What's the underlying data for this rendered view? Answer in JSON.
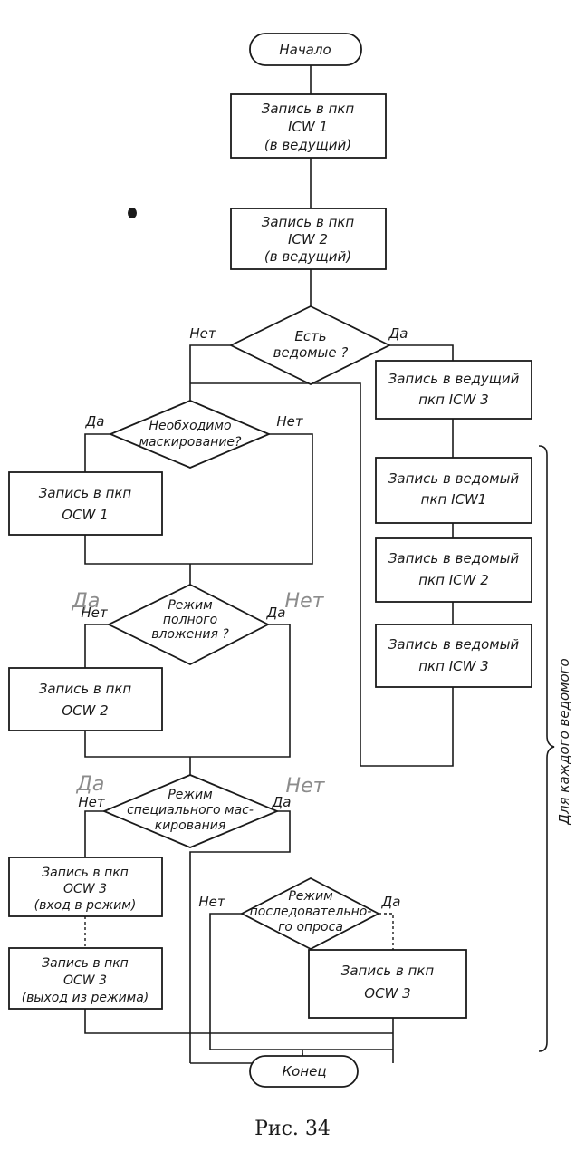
{
  "flowchart": {
    "start": "Начало",
    "end": "Конец",
    "icw1": [
      "Запись в пкп",
      "ICW 1",
      "(в ведущий)"
    ],
    "icw2": [
      "Запись в пкп",
      "ICW 2",
      "(в ведущий)"
    ],
    "dec_slaves": [
      "Есть",
      "ведомые ?"
    ],
    "dec_slaves_no": "Нет",
    "dec_slaves_yes": "Да",
    "icw3_master": [
      "Запись в ведущий",
      "пкп  ICW 3"
    ],
    "slave_icw1": [
      "Запись в ведомый",
      "пкп  ICW1"
    ],
    "slave_icw2": [
      "Запись в ведомый",
      "пкп  ICW 2"
    ],
    "slave_icw3": [
      "Запись в ведомый",
      "пкп  ICW 3"
    ],
    "brace_label": "Для каждого ведомого",
    "dec_mask": [
      "Необходимо",
      "маскирование?"
    ],
    "dec_mask_yes": "Да",
    "dec_mask_no": "Нет",
    "ocw1": [
      "Запись в пкп",
      "OCW 1"
    ],
    "dec_nested": [
      "Режим",
      "полного",
      "вложения ?"
    ],
    "dec_nested_no": "Нет",
    "dec_nested_yes": "Да",
    "ocw2": [
      "Запись в пкп",
      "OCW 2"
    ],
    "dec_special": [
      "Режим",
      "специального мас-",
      "кирования"
    ],
    "dec_special_no": "Нет",
    "dec_special_yes": "Да",
    "ocw3_enter": [
      "Запись в пкп",
      "OCW 3",
      "(вход в режим)"
    ],
    "ocw3_exit": [
      "Запись в пкп",
      "OCW 3",
      "(выход из режима)"
    ],
    "dec_poll": [
      "Режим",
      "последовательно-",
      "го опроса"
    ],
    "dec_poll_no": "Нет",
    "dec_poll_yes": "Да",
    "ocw3_poll": [
      "Запись в пкп",
      "OCW 3"
    ],
    "pencil_notes": [
      "Да",
      "Нет",
      "Да",
      "Нет"
    ]
  },
  "caption": "Рис. 34"
}
